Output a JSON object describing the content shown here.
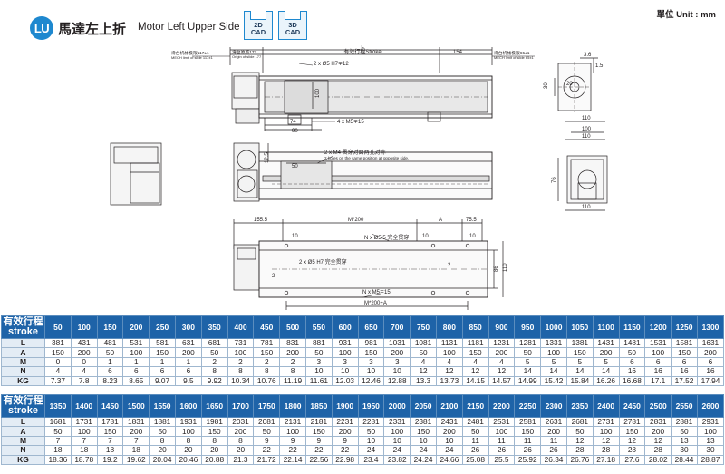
{
  "header": {
    "badge": "LU",
    "title_cn": "馬達左上折",
    "title_en": "Motor Left Upper Side",
    "cad_2d": [
      "2D",
      "CAD"
    ],
    "cad_3d": [
      "3D",
      "CAD"
    ],
    "unit": "單位 Unit : mm"
  },
  "drawing": {
    "top_view": {
      "L": "L",
      "stroke": "有效行程Stroke",
      "left_limit": "滑台机械极限117±1",
      "left_limit_en": "MECH limit of slide 117±1",
      "origin": "滑台原点177",
      "origin_en": "Origin of slide 177",
      "right_limit": "滑台机械极限65±1",
      "right_limit_en": "MECH limit of slide 65±1",
      "d154": "154",
      "hole1": "2 x Ø5 H7∓12",
      "d100": "100",
      "d74": "74",
      "d90": "90",
      "hole2": "4 x M5∓15"
    },
    "end_view": {
      "d36": "3.6",
      "d15": "1.5",
      "d30": "30",
      "d20": "20"
    },
    "side_view": {
      "d125": "12.5",
      "d50": "50",
      "hole3": "2 x M4 贯穿对面两孔对称",
      "hole3_en": "2 holes on the same position at opposite side."
    },
    "right_view": {
      "d110a": "110",
      "d100": "100",
      "d110b": "110",
      "d110c": "110",
      "d76": "76"
    },
    "bottom_view": {
      "d1555": "155.5",
      "m200": "M*200",
      "a": "A",
      "d755": "75.5",
      "d10a": "10",
      "d10b": "10",
      "d10c": "10",
      "holeN": "N x Ø5.5 完全贯穿",
      "d86": "86",
      "d110": "110",
      "hole4": "2 x Ø5 H7 完全贯穿",
      "d2a": "2",
      "d2b": "2",
      "holeN2": "N x M5∓15",
      "m200a": "M*200+A"
    }
  },
  "tables": [
    {
      "corner_cn": "有效行程",
      "corner_en": "stroke",
      "strokes": [
        "50",
        "100",
        "150",
        "200",
        "250",
        "300",
        "350",
        "400",
        "450",
        "500",
        "550",
        "600",
        "650",
        "700",
        "750",
        "800",
        "850",
        "900",
        "950",
        "1000",
        "1050",
        "1100",
        "1150",
        "1200",
        "1250",
        "1300"
      ],
      "rows": [
        {
          "label": "L",
          "values": [
            "381",
            "431",
            "481",
            "531",
            "581",
            "631",
            "681",
            "731",
            "781",
            "831",
            "881",
            "931",
            "981",
            "1031",
            "1081",
            "1131",
            "1181",
            "1231",
            "1281",
            "1331",
            "1381",
            "1431",
            "1481",
            "1531",
            "1581",
            "1631"
          ]
        },
        {
          "label": "A",
          "values": [
            "150",
            "200",
            "50",
            "100",
            "150",
            "200",
            "50",
            "100",
            "150",
            "200",
            "50",
            "100",
            "150",
            "200",
            "50",
            "100",
            "150",
            "200",
            "50",
            "100",
            "150",
            "200",
            "50",
            "100",
            "150",
            "200"
          ]
        },
        {
          "label": "M",
          "values": [
            "0",
            "0",
            "1",
            "1",
            "1",
            "1",
            "2",
            "2",
            "2",
            "2",
            "3",
            "3",
            "3",
            "3",
            "4",
            "4",
            "4",
            "4",
            "5",
            "5",
            "5",
            "5",
            "6",
            "6",
            "6",
            "6"
          ]
        },
        {
          "label": "N",
          "values": [
            "4",
            "4",
            "6",
            "6",
            "6",
            "6",
            "8",
            "8",
            "8",
            "8",
            "10",
            "10",
            "10",
            "10",
            "12",
            "12",
            "12",
            "12",
            "14",
            "14",
            "14",
            "14",
            "16",
            "16",
            "16",
            "16"
          ]
        },
        {
          "label": "KG",
          "values": [
            "7.37",
            "7.8",
            "8.23",
            "8.65",
            "9.07",
            "9.5",
            "9.92",
            "10.34",
            "10.76",
            "11.19",
            "11.61",
            "12.03",
            "12.46",
            "12.88",
            "13.3",
            "13.73",
            "14.15",
            "14.57",
            "14.99",
            "15.42",
            "15.84",
            "16.26",
            "16.68",
            "17.1",
            "17.52",
            "17.94"
          ]
        }
      ]
    },
    {
      "corner_cn": "有效行程",
      "corner_en": "stroke",
      "strokes": [
        "1350",
        "1400",
        "1450",
        "1500",
        "1550",
        "1600",
        "1650",
        "1700",
        "1750",
        "1800",
        "1850",
        "1900",
        "1950",
        "2000",
        "2050",
        "2100",
        "2150",
        "2200",
        "2250",
        "2300",
        "2350",
        "2400",
        "2450",
        "2500",
        "2550",
        "2600"
      ],
      "rows": [
        {
          "label": "L",
          "values": [
            "1681",
            "1731",
            "1781",
            "1831",
            "1881",
            "1931",
            "1981",
            "2031",
            "2081",
            "2131",
            "2181",
            "2231",
            "2281",
            "2331",
            "2381",
            "2431",
            "2481",
            "2531",
            "2581",
            "2631",
            "2681",
            "2731",
            "2781",
            "2831",
            "2881",
            "2931"
          ]
        },
        {
          "label": "A",
          "values": [
            "50",
            "100",
            "150",
            "200",
            "50",
            "100",
            "150",
            "200",
            "50",
            "100",
            "150",
            "200",
            "50",
            "100",
            "150",
            "200",
            "50",
            "100",
            "150",
            "200",
            "50",
            "100",
            "150",
            "200",
            "50",
            "100"
          ]
        },
        {
          "label": "M",
          "values": [
            "7",
            "7",
            "7",
            "7",
            "8",
            "8",
            "8",
            "8",
            "9",
            "9",
            "9",
            "9",
            "10",
            "10",
            "10",
            "10",
            "11",
            "11",
            "11",
            "11",
            "12",
            "12",
            "12",
            "12",
            "13",
            "13"
          ]
        },
        {
          "label": "N",
          "values": [
            "18",
            "18",
            "18",
            "18",
            "20",
            "20",
            "20",
            "20",
            "22",
            "22",
            "22",
            "22",
            "24",
            "24",
            "24",
            "24",
            "26",
            "26",
            "26",
            "26",
            "28",
            "28",
            "28",
            "28",
            "30",
            "30"
          ]
        },
        {
          "label": "KG",
          "values": [
            "18.36",
            "18.78",
            "19.2",
            "19.62",
            "20.04",
            "20.46",
            "20.88",
            "21.3",
            "21.72",
            "22.14",
            "22.56",
            "22.98",
            "23.4",
            "23.82",
            "24.24",
            "24.66",
            "25.08",
            "25.5",
            "25.92",
            "26.34",
            "26.76",
            "27.18",
            "27.6",
            "28.02",
            "28.44",
            "28.87"
          ]
        }
      ]
    }
  ]
}
